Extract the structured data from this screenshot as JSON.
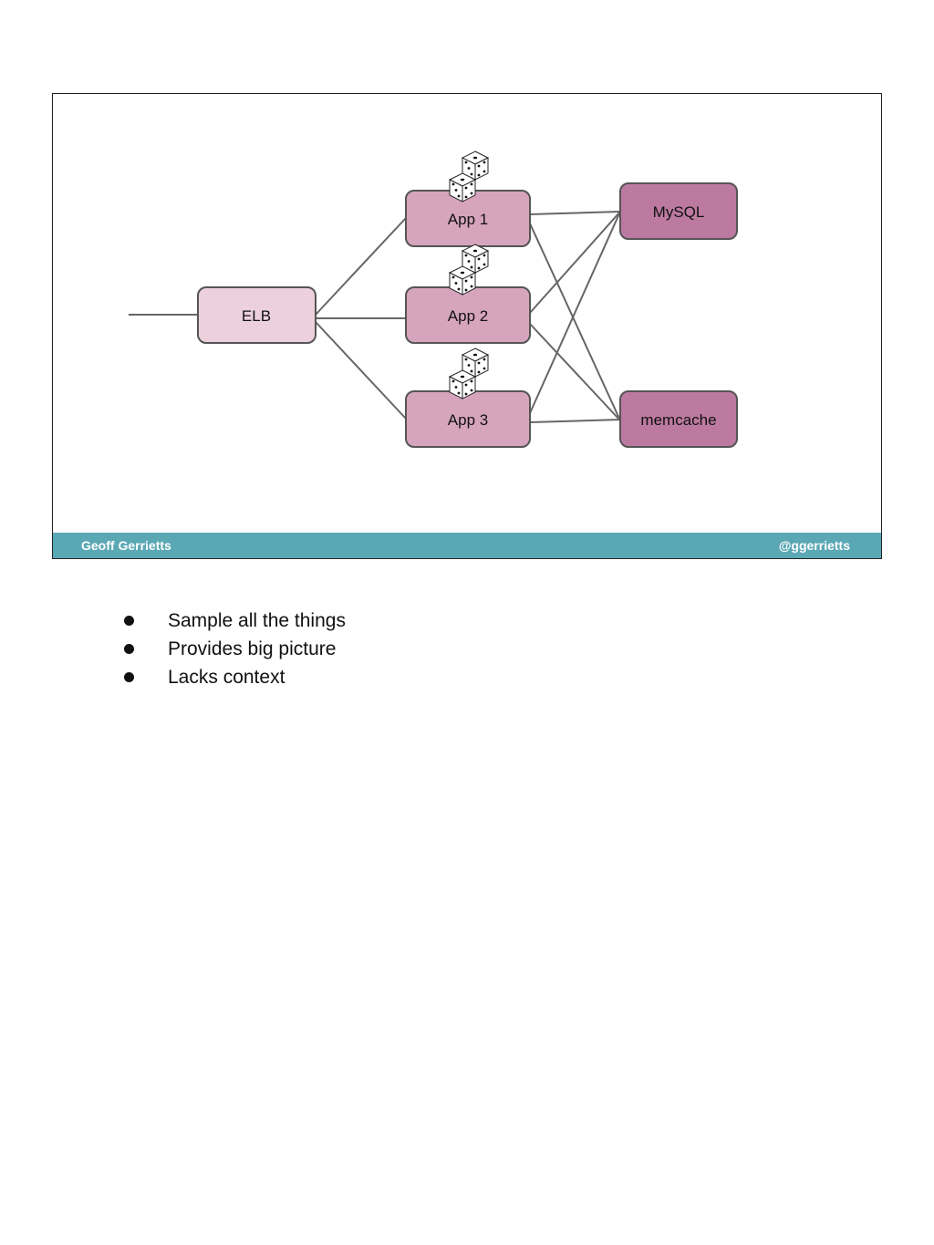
{
  "diagram": {
    "nodes": {
      "elb": {
        "label": "ELB",
        "color": "#ecd1dd"
      },
      "app1": {
        "label": "App 1",
        "color": "#d6a5bd"
      },
      "app2": {
        "label": "App 2",
        "color": "#d6a5bd"
      },
      "app3": {
        "label": "App 3",
        "color": "#d6a5bd"
      },
      "mysql": {
        "label": "MySQL",
        "color": "#bd7aa0"
      },
      "memcache": {
        "label": "memcache",
        "color": "#bd7aa0"
      }
    },
    "edges": [
      [
        "input",
        "elb"
      ],
      [
        "elb",
        "app1"
      ],
      [
        "elb",
        "app2"
      ],
      [
        "elb",
        "app3"
      ],
      [
        "app1",
        "mysql"
      ],
      [
        "app1",
        "memcache"
      ],
      [
        "app2",
        "mysql"
      ],
      [
        "app2",
        "memcache"
      ],
      [
        "app3",
        "mysql"
      ],
      [
        "app3",
        "memcache"
      ]
    ],
    "dice_icon": "dice-icon"
  },
  "footer": {
    "left": "Geoff Gerrietts",
    "right": "@ggerrietts",
    "color": "#5ba8b5"
  },
  "bullets": [
    "Sample all the things",
    "Provides big picture",
    "Lacks context"
  ]
}
